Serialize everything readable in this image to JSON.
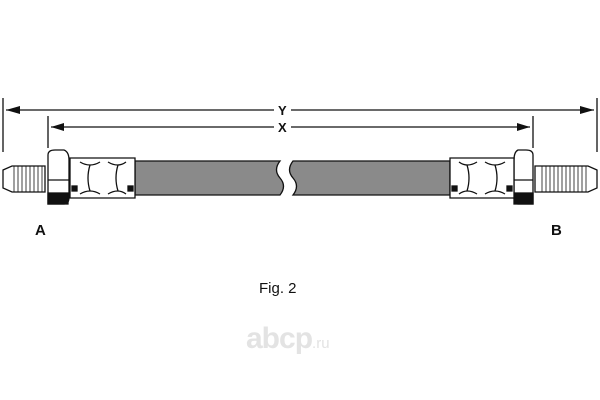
{
  "diagram": {
    "dimension_overall": "Y",
    "dimension_hose": "X",
    "end_left": "A",
    "end_right": "B",
    "caption": "Fig. 2"
  },
  "watermark": {
    "main": "abcp",
    "suffix": ".ru"
  },
  "colors": {
    "hose": "#8a8a8a",
    "line": "#111111",
    "watermark": "#e3e3e3"
  }
}
